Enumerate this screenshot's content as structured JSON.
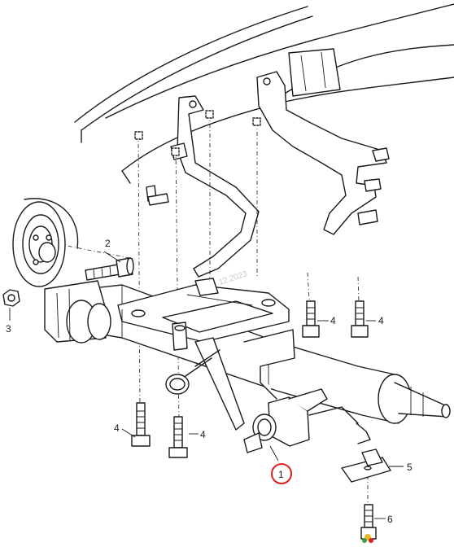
{
  "watermark": "12.2023",
  "callouts": [
    {
      "id": "1",
      "text": "1",
      "highlighted": true
    },
    {
      "id": "2",
      "text": "2"
    },
    {
      "id": "3",
      "text": "3"
    },
    {
      "id": "4a",
      "text": "4"
    },
    {
      "id": "4b",
      "text": "4"
    },
    {
      "id": "4c",
      "text": "4"
    },
    {
      "id": "4d",
      "text": "4"
    },
    {
      "id": "5",
      "text": "5"
    },
    {
      "id": "6",
      "text": "6"
    }
  ],
  "colors": {
    "line": "#1a1a1a",
    "highlight": "#e0201c",
    "watermark": "#c9c9c9"
  }
}
